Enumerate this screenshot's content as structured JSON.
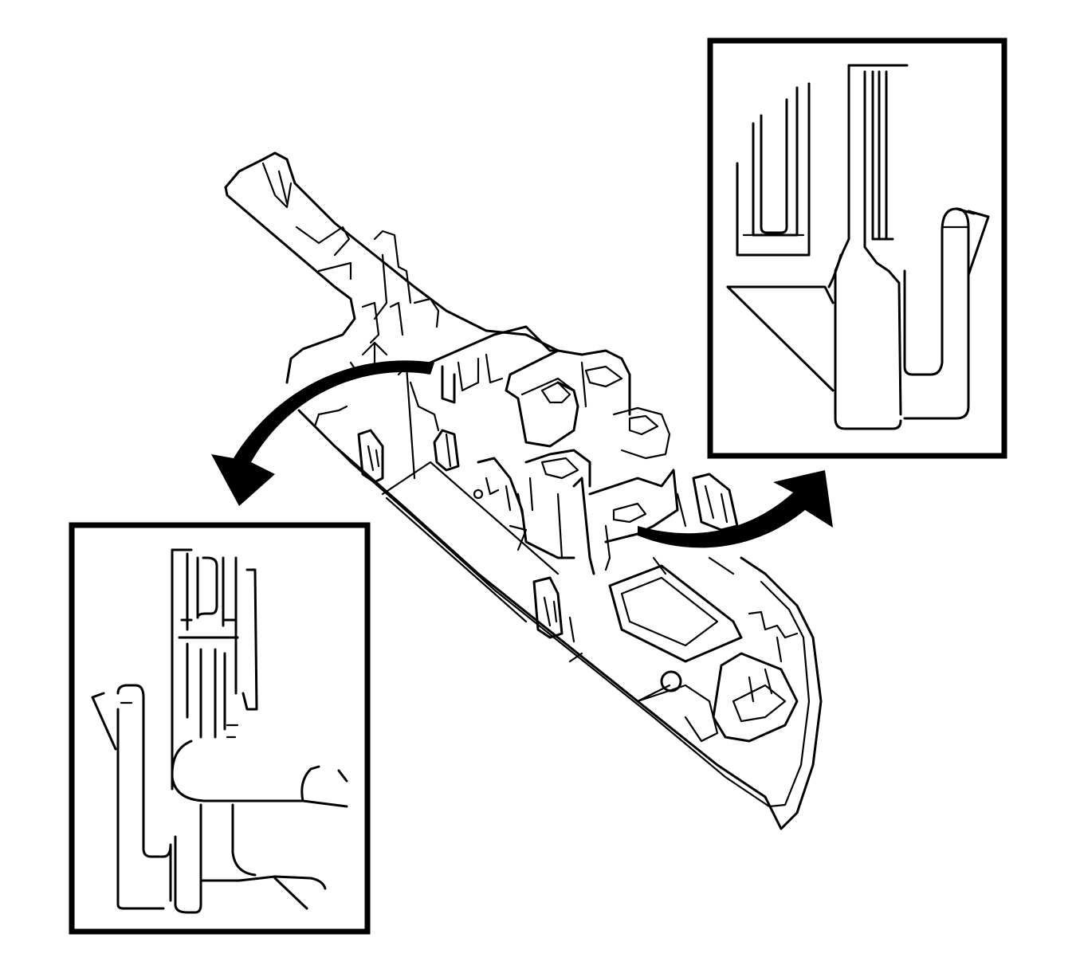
{
  "figure": {
    "type": "line-art-diagram",
    "subject": "switch-assembly-bezel-with-retaining-clips",
    "insets": [
      {
        "name": "detail-inset-clip-right"
      },
      {
        "name": "detail-inset-clip-left"
      }
    ],
    "arrows": [
      {
        "name": "arrow-to-left-inset"
      },
      {
        "name": "arrow-to-right-inset"
      }
    ],
    "colors": {
      "line": "#000000",
      "background": "#ffffff"
    }
  }
}
